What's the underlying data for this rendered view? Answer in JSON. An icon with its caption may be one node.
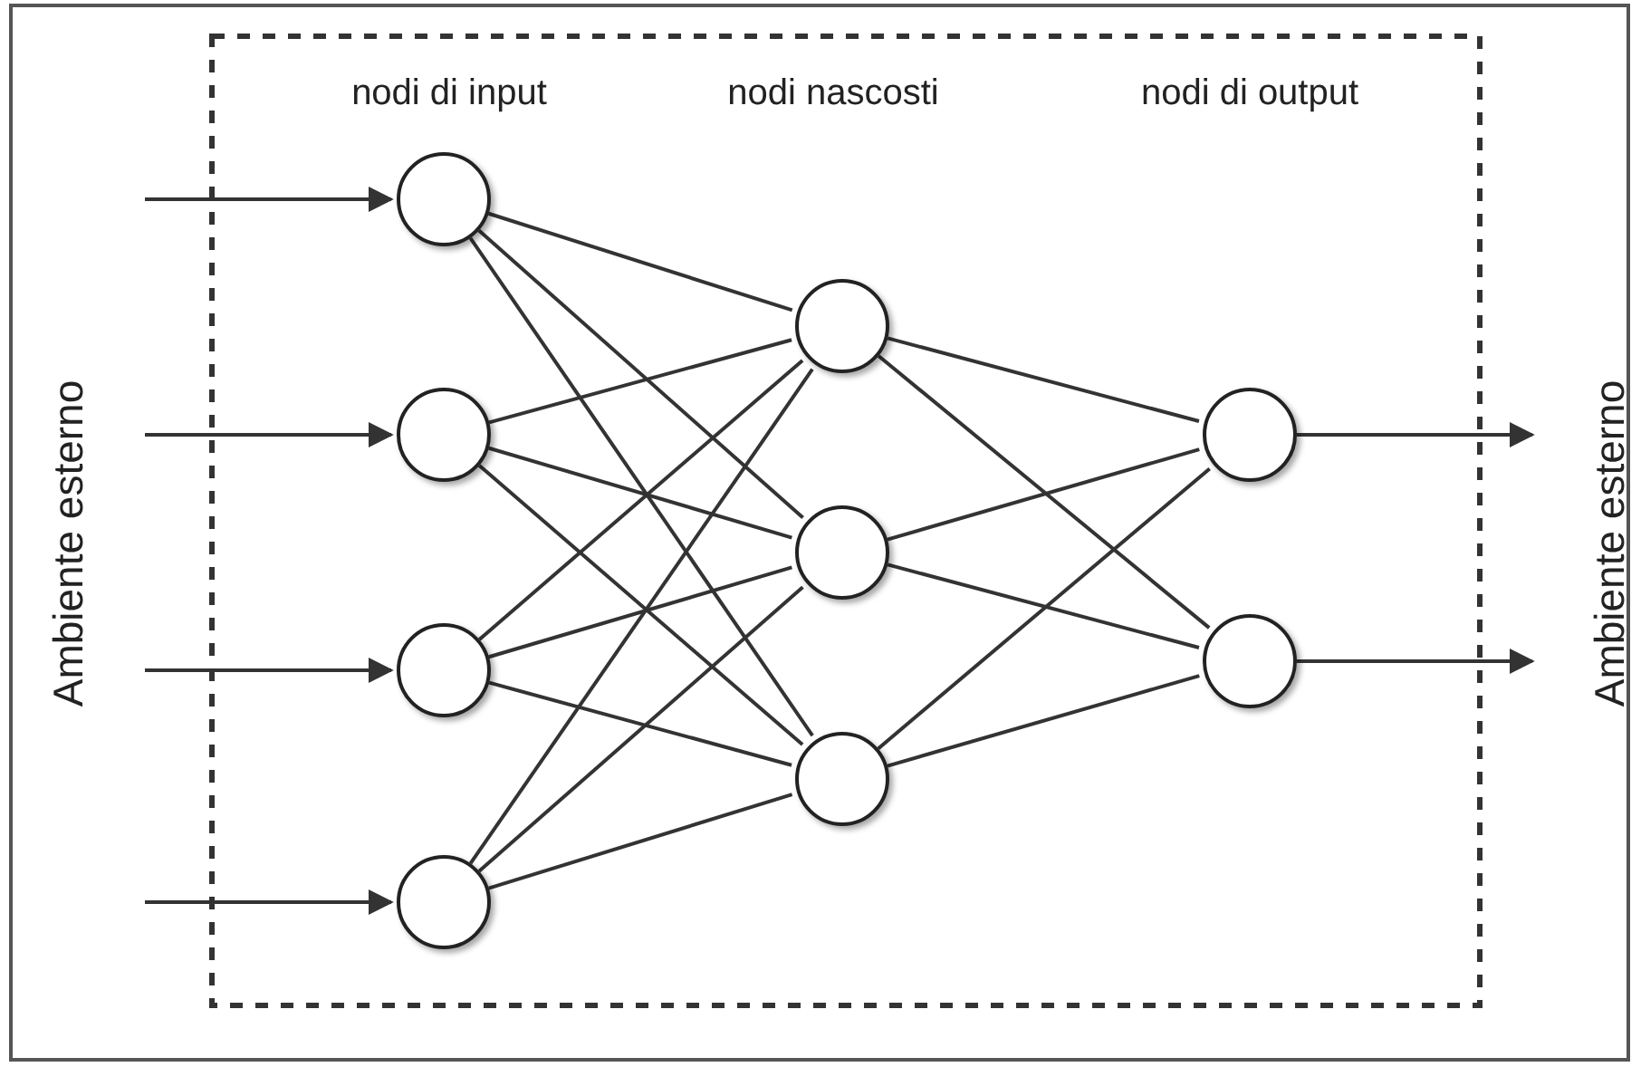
{
  "diagram": {
    "nodes": [
      {
        "text": [],
        "shape": "circle"
      },
      {
        "text": [],
        "shape": "circle"
      },
      {
        "text": [],
        "shape": "circle"
      },
      {
        "text": [],
        "shape": "circle"
      },
      {
        "text": [],
        "shape": "circle"
      },
      {
        "text": [],
        "shape": "circle"
      },
      {
        "text": [],
        "shape": "circle"
      },
      {
        "text": [],
        "shape": "circle"
      },
      {
        "text": [],
        "shape": "circle"
      }
    ],
    "edges": [
      {
        "from": null,
        "to": 0,
        "arrow": "to"
      },
      {
        "from": null,
        "to": 1,
        "arrow": "to"
      },
      {
        "from": null,
        "to": 2,
        "arrow": "to"
      },
      {
        "from": null,
        "to": 3,
        "arrow": "to"
      },
      {
        "from": 0,
        "to": 4,
        "arrow": "none"
      },
      {
        "from": 0,
        "to": 5,
        "arrow": "none"
      },
      {
        "from": 0,
        "to": 6,
        "arrow": "none"
      },
      {
        "from": 1,
        "to": 4,
        "arrow": "none"
      },
      {
        "from": 1,
        "to": 5,
        "arrow": "none"
      },
      {
        "from": 1,
        "to": 6,
        "arrow": "none"
      },
      {
        "from": 2,
        "to": 4,
        "arrow": "none"
      },
      {
        "from": 2,
        "to": 5,
        "arrow": "none"
      },
      {
        "from": 2,
        "to": 6,
        "arrow": "none"
      },
      {
        "from": 3,
        "to": 4,
        "arrow": "none"
      },
      {
        "from": 3,
        "to": 5,
        "arrow": "none"
      },
      {
        "from": 3,
        "to": 6,
        "arrow": "none"
      },
      {
        "from": 4,
        "to": 7,
        "arrow": "none"
      },
      {
        "from": 4,
        "to": 8,
        "arrow": "none"
      },
      {
        "from": 5,
        "to": 7,
        "arrow": "none"
      },
      {
        "from": 5,
        "to": 8,
        "arrow": "none"
      },
      {
        "from": 6,
        "to": 7,
        "arrow": "none"
      },
      {
        "from": 6,
        "to": 8,
        "arrow": "none"
      },
      {
        "from": 7,
        "to": null,
        "arrow": "to"
      },
      {
        "from": 8,
        "to": null,
        "arrow": "to"
      }
    ],
    "labels": [
      "Ambiente esterno",
      "nodi di input",
      "nodi nascosti",
      "nodi di output",
      "Ambiente esterno"
    ]
  }
}
